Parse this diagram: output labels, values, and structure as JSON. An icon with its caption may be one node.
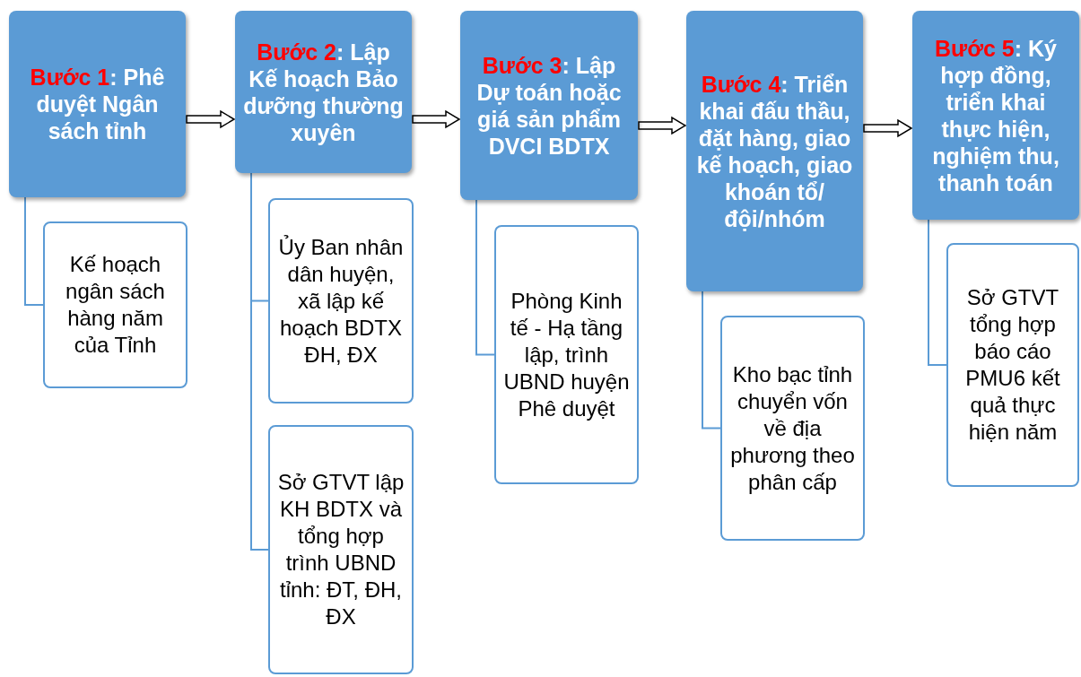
{
  "diagram": {
    "nodes": [
      {
        "text": [
          "**Bước 1**: Phê duyệt Ngân sách tỉnh"
        ]
      },
      {
        "text": [
          "Kế hoạch ngân sách hàng năm của Tỉnh"
        ]
      },
      {
        "text": [
          "**Bước 2**: Lập Kế hoạch Bảo dưỡng thường xuyên"
        ]
      },
      {
        "text": [
          "Ủy Ban nhân dân huyện, xã lập kế hoạch BDTX ĐH, ĐX"
        ]
      },
      {
        "text": [
          "Sở GTVT lập KH BDTX và tổng hợp trình UBND tỉnh: ĐT, ĐH, ĐX"
        ]
      },
      {
        "text": [
          "**Bước 3**: Lập Dự toán hoặc giá sản phẩm DVCI BDTX"
        ]
      },
      {
        "text": [
          "Phòng Kinh tế - Hạ tầng lập, trình UBND huyện Phê duyệt"
        ]
      },
      {
        "text": [
          "**Bước 4**: Triển khai đấu thầu, đặt hàng, giao kế hoạch, giao khoán tổ/đội/nhóm"
        ]
      },
      {
        "text": [
          "Kho bạc tỉnh chuyển vốn về địa phương theo phân cấp"
        ]
      },
      {
        "text": [
          "**Bước 5**: Ký hợp đồng, triển khai thực hiện, nghiệm thu, thanh toán"
        ]
      },
      {
        "text": [
          "Sở GTVT tổng hợp báo cáo PMU6 kết quả thực hiện năm"
        ]
      }
    ],
    "edges": [
      {
        "from": 0,
        "to": 2,
        "arrow": "to"
      },
      {
        "from": 2,
        "to": 5,
        "arrow": "to"
      },
      {
        "from": 5,
        "to": 7,
        "arrow": "to"
      },
      {
        "from": 7,
        "to": 9,
        "arrow": "to"
      },
      {
        "from": 0,
        "to": 1,
        "arrow": "none"
      },
      {
        "from": 2,
        "to": 3,
        "arrow": "none"
      },
      {
        "from": 2,
        "to": 4,
        "arrow": "none"
      },
      {
        "from": 5,
        "to": 6,
        "arrow": "none"
      },
      {
        "from": 7,
        "to": 8,
        "arrow": "none"
      },
      {
        "from": 9,
        "to": 10,
        "arrow": "none"
      }
    ]
  }
}
